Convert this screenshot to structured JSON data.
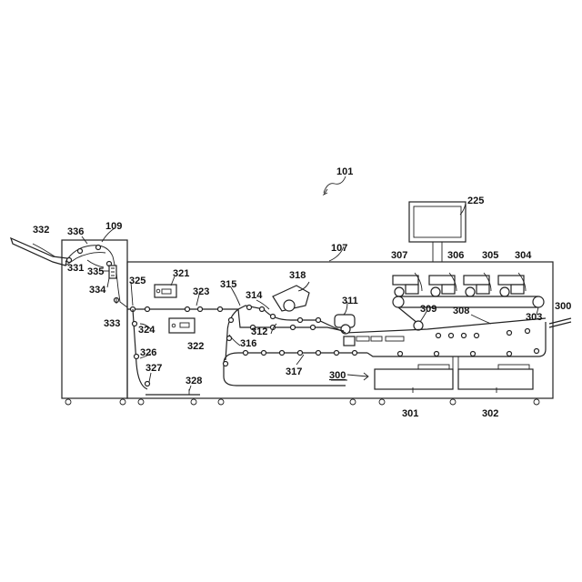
{
  "diagram": {
    "labels": {
      "l101": "101",
      "l107": "107",
      "l109": "109",
      "l225": "225",
      "l300a": "300",
      "l300b": "300",
      "l301": "301",
      "l302": "302",
      "l303": "303",
      "l304": "304",
      "l305": "305",
      "l306": "306",
      "l307": "307",
      "l308": "308",
      "l309": "309",
      "l311": "311",
      "l312": "312",
      "l314": "314",
      "l315": "315",
      "l316": "316",
      "l317": "317",
      "l318": "318",
      "l321": "321",
      "l322": "322",
      "l323": "323",
      "l324": "324",
      "l325": "325",
      "l326": "326",
      "l327": "327",
      "l328": "328",
      "l331": "331",
      "l332": "332",
      "l333": "333",
      "l334": "334",
      "l335": "335",
      "l336": "336"
    }
  }
}
